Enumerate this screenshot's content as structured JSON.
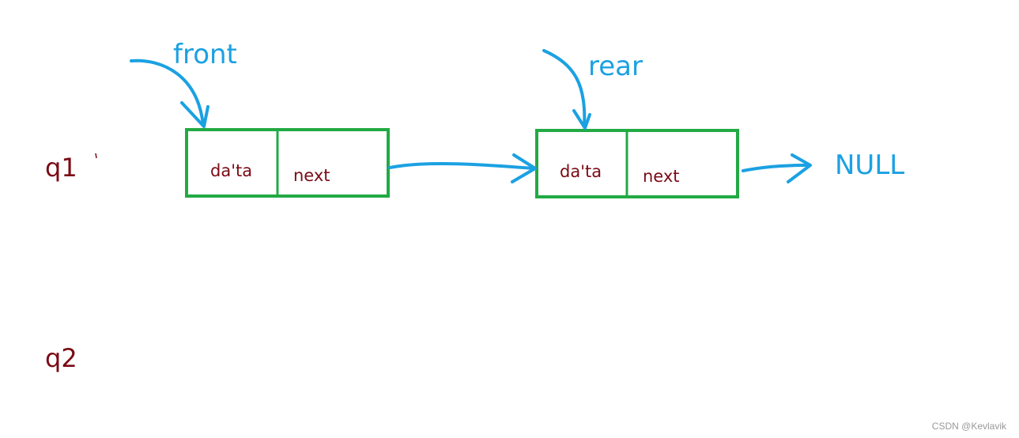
{
  "queues": [
    {
      "name": "q1"
    },
    {
      "name": "q2"
    }
  ],
  "pointers": {
    "front": "front",
    "rear": "rear"
  },
  "nodes": [
    {
      "data_label": "da'ta",
      "next_label": "next"
    },
    {
      "data_label": "da'ta",
      "next_label": "next"
    }
  ],
  "terminal": "NULL",
  "watermark": "CSDN @Kevlavik",
  "colors": {
    "arrow": "#1ba1e2",
    "box": "#22aa44",
    "queue_label": "#7a0a14",
    "field_label": "#7a0a14",
    "pointer_label": "#1ba1e2",
    "terminal_label": "#1ba1e2",
    "watermark": "#999999"
  }
}
